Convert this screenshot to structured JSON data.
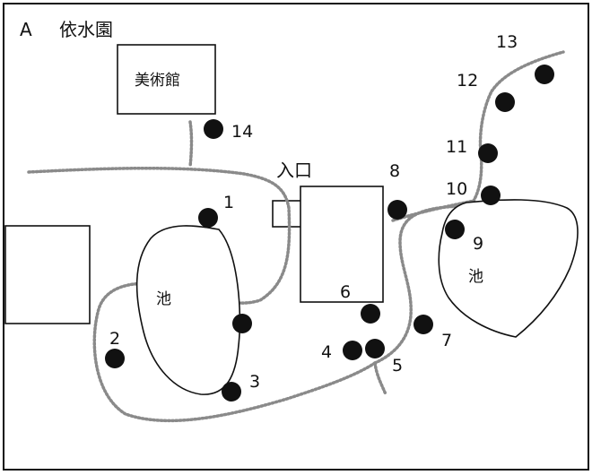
{
  "map": {
    "title_letter": "A",
    "title": "依水園",
    "museum_label": "美術館",
    "entrance_label": "入口",
    "pond_label": "池",
    "colors": {
      "ink": "#111111",
      "path": "#8a8a8a",
      "marker": "#111111",
      "background": "#ffffff"
    },
    "markers": [
      "1",
      "2",
      "3",
      "4",
      "5",
      "6",
      "7",
      "8",
      "9",
      "10",
      "11",
      "12",
      "13",
      "14"
    ]
  }
}
